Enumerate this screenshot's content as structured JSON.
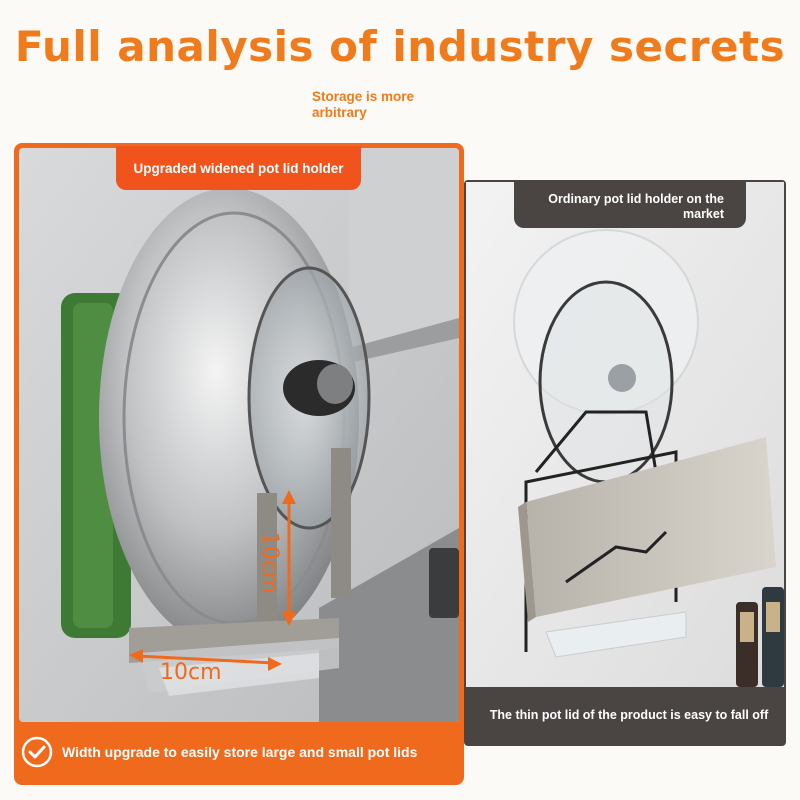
{
  "headline": "Full analysis of industry secrets",
  "subnote": "Storage is more arbitrary",
  "left_panel": {
    "tab_label": "Upgraded widened pot lid holder",
    "height_dim": "10cm",
    "width_dim": "10cm",
    "bottom_caption": "Width upgrade to easily store large and small pot lids",
    "accent_color": "#f06a1e"
  },
  "right_panel": {
    "tab_label": "Ordinary pot lid holder on the market",
    "bottom_caption": "The thin pot lid of the product is easy to fall off",
    "accent_color": "#4a4542"
  },
  "icons": {
    "check": "check-circle-icon"
  }
}
